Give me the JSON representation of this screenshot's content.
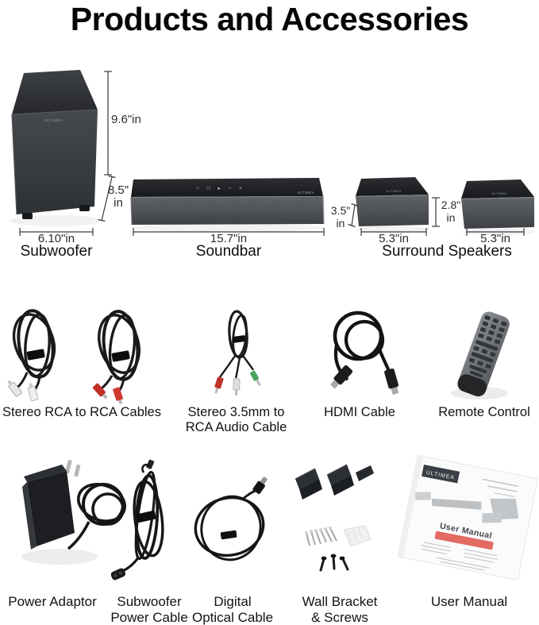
{
  "title": "Products and Accessories",
  "brand": "ULTIMEA",
  "main_products": {
    "subwoofer": {
      "label": "Subwoofer",
      "dim_height": "9.6\"in",
      "dim_depth": "8.5\"\nin",
      "dim_width": "6.10\"in"
    },
    "soundbar": {
      "label": "Soundbar",
      "dim_width": "15.7\"in",
      "buttons": "○ □ ▸ − +"
    },
    "surround_speakers": {
      "label": "Surround Speakers",
      "dim_height_left": "3.5\"\nin",
      "dim_height_right": "2.8\"\nin",
      "dim_width_left": "5.3\"in",
      "dim_width_right": "5.3\"in"
    }
  },
  "accessories": {
    "row1": [
      {
        "label": "Stereo RCA to RCA Cables"
      },
      {
        "label": "Stereo 3.5mm to\nRCA Audio Cable"
      },
      {
        "label": "HDMI Cable"
      },
      {
        "label": "Remote Control"
      }
    ],
    "row2": [
      {
        "label": "Power Adaptor"
      },
      {
        "label": "Subwoofer\nPower Cable"
      },
      {
        "label": "Digital\nOptical Cable"
      },
      {
        "label": "Wall Bracket\n& Screws"
      },
      {
        "label": "User Manual"
      }
    ]
  },
  "user_manual_cover": {
    "brand": "ULTIMEA",
    "title": "User Manual"
  },
  "colors": {
    "device_top": "#232528",
    "device_mesh_face": "#54575b",
    "rca_red": "#c23127",
    "jack_green": "#49a35e",
    "manual_badge_red": "#e26a60",
    "text": "#131313"
  }
}
